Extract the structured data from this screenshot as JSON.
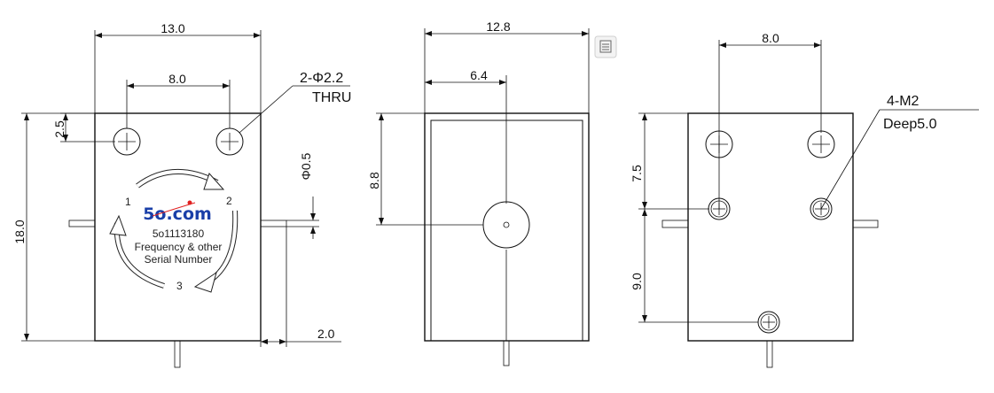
{
  "views": {
    "left": {
      "dims": {
        "width_total": "13.0",
        "hole_spacing": "8.0",
        "hole_offset": "2.5",
        "height": "18.0",
        "pin_dia": "Φ0.5",
        "pin_len": "2.0"
      },
      "hole_callout_line1": "2-Φ2.2",
      "hole_callout_line2": "THRU",
      "ports": [
        "1",
        "2",
        "3"
      ],
      "logo_text": "5o.com",
      "serial_lines": [
        "5o1113180",
        "Frequency & other",
        "Serial Number"
      ]
    },
    "middle": {
      "dims": {
        "width_total": "12.8",
        "half_width": "6.4",
        "height_to_center": "8.8"
      }
    },
    "right": {
      "dims": {
        "hole_spacing": "8.0",
        "vertical_a": "7.5",
        "vertical_b": "9.0"
      },
      "thread_callout_line1": "4-M2",
      "thread_callout_line2": "Deep5.0"
    }
  },
  "colors": {
    "logo": "#1a3fa8",
    "logo_dot": "#e02020",
    "lines": "#111111"
  },
  "icons": [
    "image-viewer-icon"
  ]
}
